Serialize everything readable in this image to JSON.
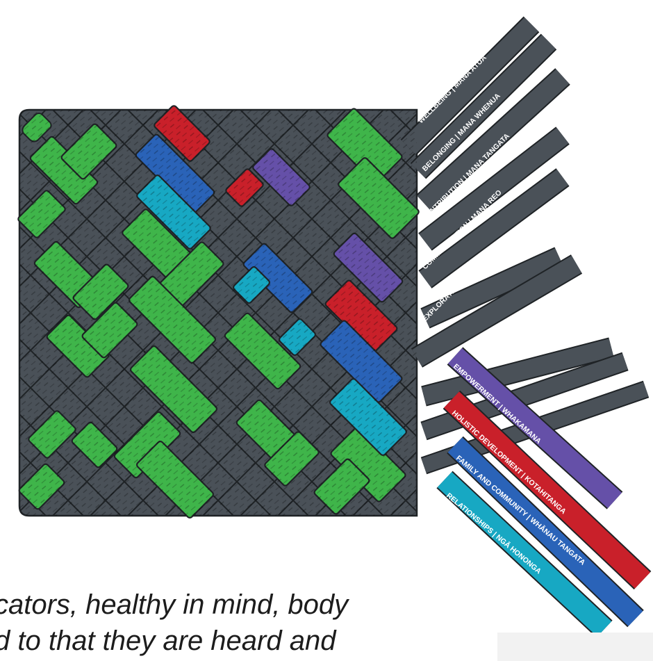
{
  "diagram": {
    "colors": {
      "grey": "#4a5158",
      "green": "#3fb54a",
      "red": "#c9202a",
      "blue": "#2a63b8",
      "cyan": "#17a8c3",
      "purple": "#6550a8",
      "outline": "#1f2326"
    },
    "strands": [
      {
        "label": "WELLBEING | MANA ATUA",
        "color": "grey"
      },
      {
        "label": "BELONGING | MANA WHENUA",
        "color": "grey"
      },
      {
        "label": "CONTRIBUTION | MANA TANGATA",
        "color": "grey"
      },
      {
        "label": "COMMUNICATION | MANA REO",
        "color": "grey"
      },
      {
        "label": "EXPLORATION | MANA AOTŪROA",
        "color": "grey"
      },
      {
        "label": "EMPOWERMENT | WHAKAMANA",
        "color": "purple"
      },
      {
        "label": "HOLISTIC DEVELOPMENT | KOTAHITANGA",
        "color": "red"
      },
      {
        "label": "FAMILY AND COMMUNITY | WHĀNAU TANGATA",
        "color": "blue"
      },
      {
        "label": "RELATIONSHIPS | NGĀ HONONGA",
        "color": "cyan"
      }
    ]
  },
  "caption": {
    "line1": "cators, healthy in mind, body",
    "line2": "d to that they are heard and"
  }
}
